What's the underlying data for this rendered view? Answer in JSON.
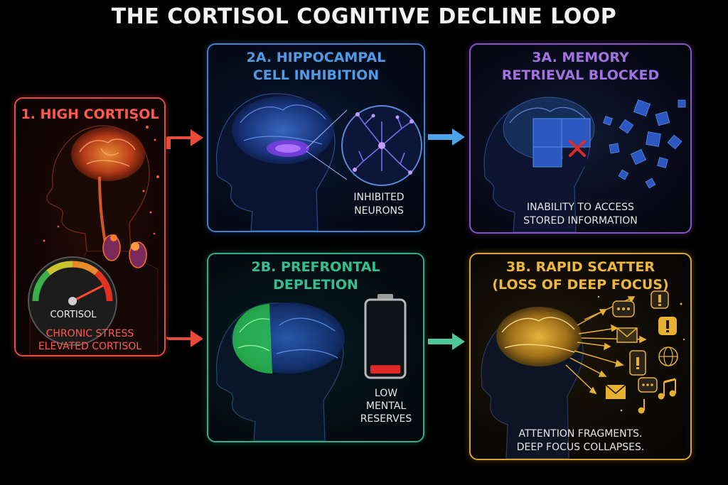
{
  "title": "THE CORTISOL COGNITIVE DECLINE LOOP",
  "panels": {
    "high_cortisol": {
      "title": "1. HIGH CORTISOL",
      "gauge_label": "CORTISOL",
      "caption_line1": "CHRONIC STRESS",
      "caption_line2": "ELEVATED CORTISOL",
      "gauge_level": 0.85,
      "color": "#e84b3c"
    },
    "hippocampal": {
      "title_line1": "2A. HIPPOCAMPAL",
      "title_line2": "CELL INHIBITION",
      "caption_line1": "INHIBITED",
      "caption_line2": "NEURONS",
      "color": "#3d7fd1"
    },
    "memory": {
      "title_line1": "3A. MEMORY",
      "title_line2": "RETRIEVAL BLOCKED",
      "caption_line1": "INABILITY TO ACCESS",
      "caption_line2": "STORED INFORMATION",
      "color": "#8a52c9"
    },
    "prefrontal": {
      "title_line1": "2B. PREFRONTAL",
      "title_line2": "DEPLETION",
      "caption_line1": "LOW",
      "caption_line2": "MENTAL",
      "caption_line3": "RESERVES",
      "battery_level": 0.12,
      "color": "#2fae8a"
    },
    "scatter": {
      "title_line1": "3B. RAPID SCATTER",
      "title_line2": "(LOSS OF DEEP FOCUS)",
      "caption_line1": "ATTENTION FRAGMENTS.",
      "caption_line2": "DEEP FOCUS COLLAPSES.",
      "color": "#d9a22b"
    }
  },
  "icons": [
    "brain-icon",
    "adrenal-gland-icon",
    "gauge-icon",
    "neuron-icon",
    "puzzle-icon",
    "x-mark-icon",
    "battery-icon",
    "chat-bubble-icon",
    "alert-bubble-icon",
    "envelope-icon",
    "phone-icon",
    "globe-icon",
    "music-note-icon"
  ]
}
